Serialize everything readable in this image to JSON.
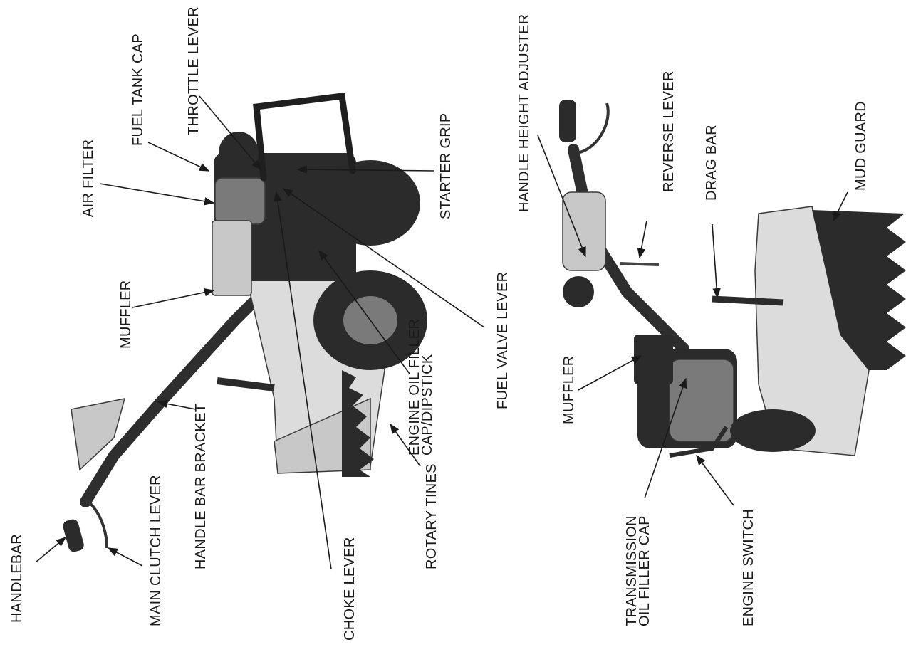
{
  "left_view": {
    "labels": {
      "handlebar": "HANDLEBAR",
      "main_clutch_lever": "MAIN CLUTCH LEVER",
      "handle_bar_bracket": "HANDLE BAR BRACKET",
      "choke_lever": "CHOKE LEVER",
      "rotary_tines": "ROTARY TINES",
      "engine_oil_filler_line1": "ENGINE OIL FILLER",
      "engine_oil_filler_line2": "CAP/DIPSTICK",
      "fuel_valve_lever": "FUEL VALVE LEVER",
      "starter_grip": "STARTER GRIP",
      "throttle_lever": "THROTTLE LEVER",
      "fuel_tank_cap": "FUEL TANK CAP",
      "air_filter": "AIR FILTER",
      "muffler": "MUFFLER"
    }
  },
  "right_view": {
    "labels": {
      "handle_height_adjuster": "HANDLE HEIGHT ADJUSTER",
      "reverse_lever": "REVERSE LEVER",
      "drag_bar": "DRAG BAR",
      "mud_guard": "MUD GUARD",
      "muffler": "MUFFLER",
      "transmission_oil_line1": "TRANSMISSION",
      "transmission_oil_line2": "OIL FILLER CAP",
      "engine_switch": "ENGINE SWITCH"
    }
  }
}
